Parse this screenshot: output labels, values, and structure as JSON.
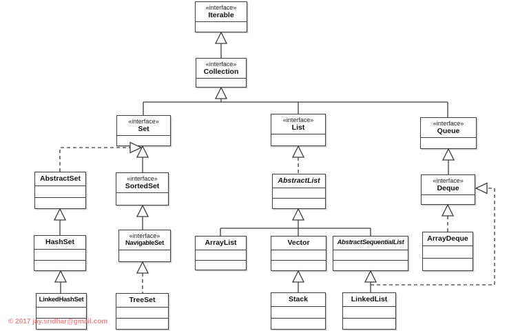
{
  "copyright": "© 2017 jay.sridhar@gmail.com",
  "classes": {
    "iterable": {
      "stereotype": "«interface»",
      "name": "Iterable"
    },
    "collection": {
      "stereotype": "«interface»",
      "name": "Collection"
    },
    "set": {
      "stereotype": "«interface»",
      "name": "Set"
    },
    "list": {
      "stereotype": "«interface»",
      "name": "List"
    },
    "queue": {
      "stereotype": "«interface»",
      "name": "Queue"
    },
    "abstractset": {
      "name": "AbstractSet"
    },
    "sortedset": {
      "stereotype": "«interface»",
      "name": "SortedSet"
    },
    "abstractlist": {
      "name": "AbstractList"
    },
    "deque": {
      "stereotype": "«interface»",
      "name": "Deque"
    },
    "hashset": {
      "name": "HashSet"
    },
    "navigableset": {
      "stereotype": "«interface»",
      "name": "NavigableSet"
    },
    "arraylist": {
      "name": "ArrayList"
    },
    "vector": {
      "name": "Vector"
    },
    "abstractsequentiallist": {
      "name": "AbstractSequentialList"
    },
    "arraydeque": {
      "name": "ArrayDeque"
    },
    "linkedhashset": {
      "name": "LinkedHashSet"
    },
    "treeset": {
      "name": "TreeSet"
    },
    "stack": {
      "name": "Stack"
    },
    "linkedlist": {
      "name": "LinkedList"
    }
  },
  "relations": [
    {
      "from": "Collection",
      "to": "Iterable",
      "type": "extends"
    },
    {
      "from": "Set",
      "to": "Collection",
      "type": "extends"
    },
    {
      "from": "List",
      "to": "Collection",
      "type": "extends"
    },
    {
      "from": "Queue",
      "to": "Collection",
      "type": "extends"
    },
    {
      "from": "AbstractSet",
      "to": "Set",
      "type": "implements"
    },
    {
      "from": "SortedSet",
      "to": "Set",
      "type": "extends"
    },
    {
      "from": "NavigableSet",
      "to": "SortedSet",
      "type": "extends"
    },
    {
      "from": "HashSet",
      "to": "AbstractSet",
      "type": "extends"
    },
    {
      "from": "LinkedHashSet",
      "to": "HashSet",
      "type": "extends"
    },
    {
      "from": "TreeSet",
      "to": "NavigableSet",
      "type": "implements"
    },
    {
      "from": "AbstractList",
      "to": "List",
      "type": "implements"
    },
    {
      "from": "ArrayList",
      "to": "AbstractList",
      "type": "extends"
    },
    {
      "from": "Vector",
      "to": "AbstractList",
      "type": "extends"
    },
    {
      "from": "AbstractSequentialList",
      "to": "AbstractList",
      "type": "extends"
    },
    {
      "from": "Stack",
      "to": "Vector",
      "type": "extends"
    },
    {
      "from": "LinkedList",
      "to": "AbstractSequentialList",
      "type": "extends"
    },
    {
      "from": "Deque",
      "to": "Queue",
      "type": "extends"
    },
    {
      "from": "ArrayDeque",
      "to": "Deque",
      "type": "implements"
    },
    {
      "from": "LinkedList",
      "to": "Deque",
      "type": "implements"
    }
  ],
  "colors": {
    "line": "#3a3a3a",
    "box_border": "#3d3d3d",
    "watermark": "#e56a6a",
    "background": "#ffffff"
  }
}
